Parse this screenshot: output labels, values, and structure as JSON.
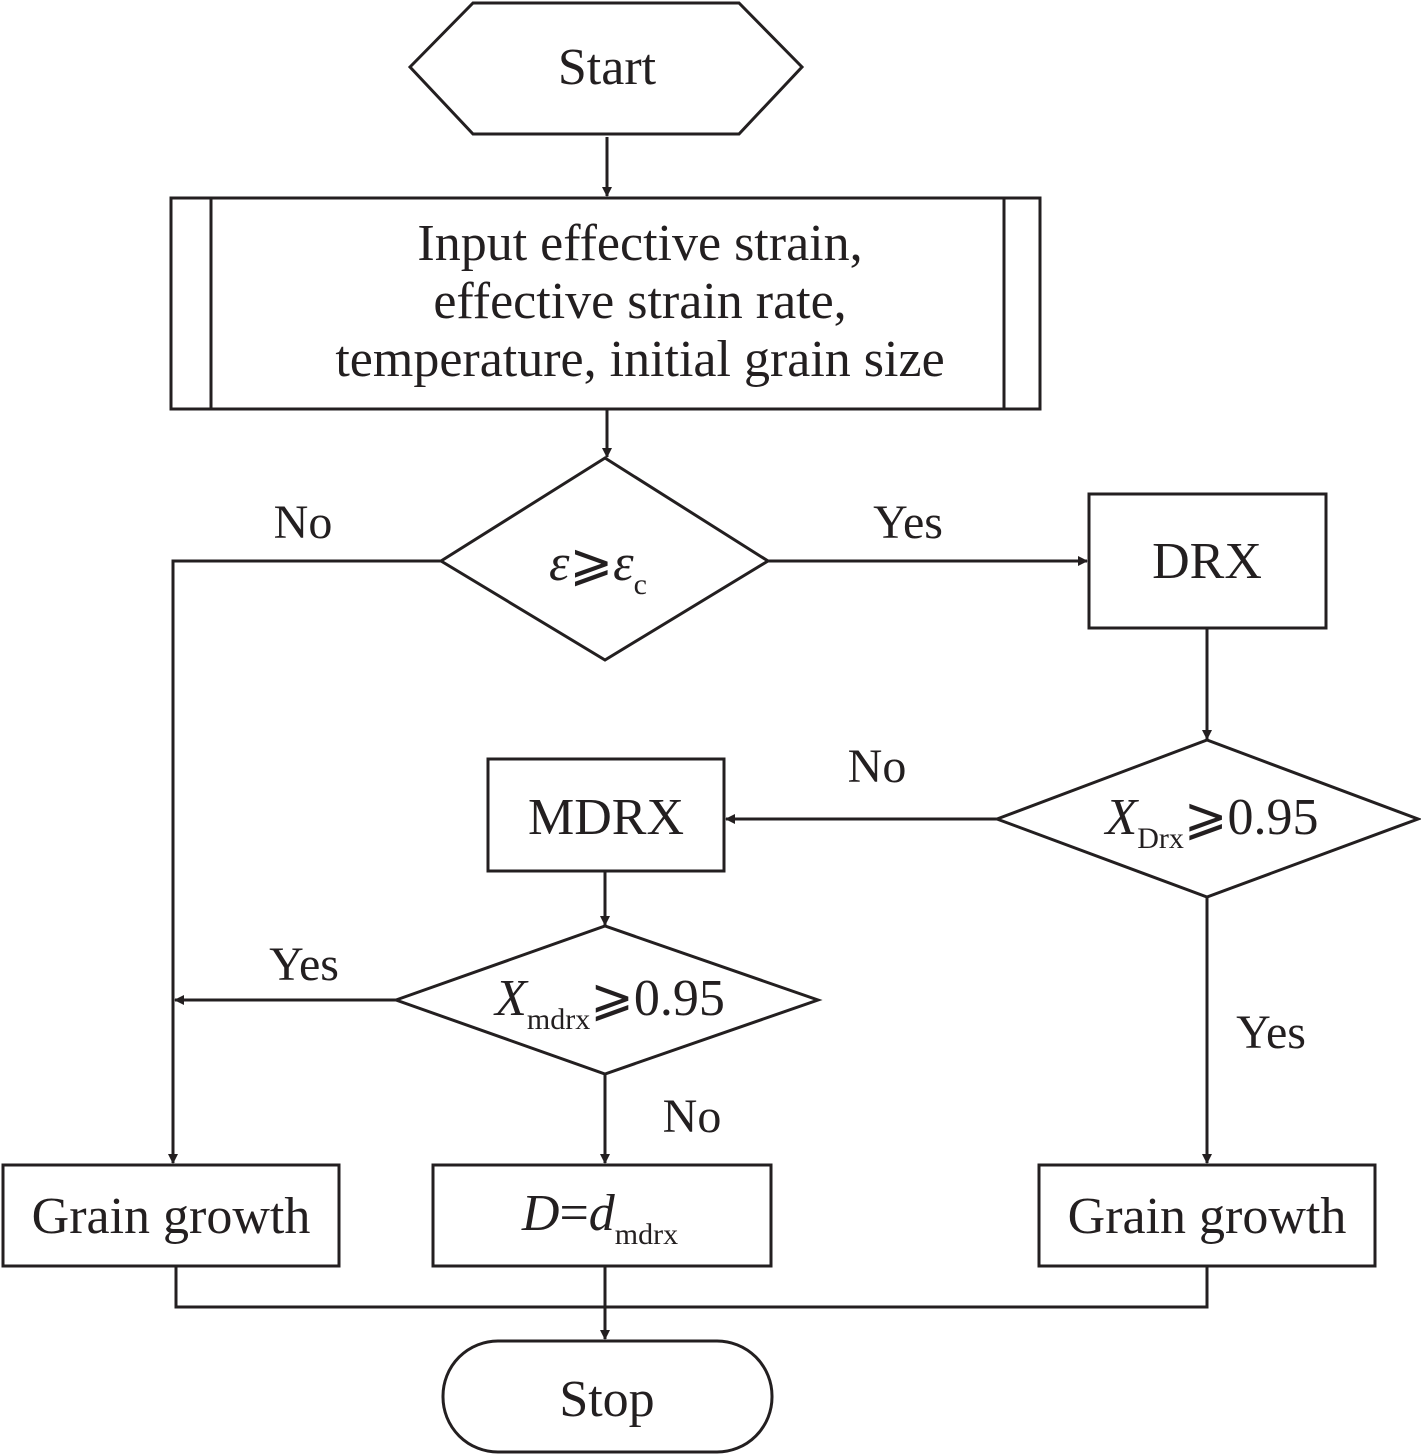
{
  "colors": {
    "stroke": "#231f20",
    "background": "#ffffff"
  },
  "nodes": {
    "start": "Start",
    "input_line1": "Input effective strain,",
    "input_line2": "effective strain rate,",
    "input_line3": "temperature, initial grain size",
    "decision1": {
      "var": "ε",
      "op": "⩾",
      "rhs": "ε",
      "rhs_sub": "c"
    },
    "drx": "DRX",
    "decision2": {
      "var": "X",
      "var_sub": "Drx",
      "op": "⩾0.95"
    },
    "mdrx": "MDRX",
    "decision3": {
      "var": "X",
      "var_sub": "mdrx",
      "op": "⩾0.95"
    },
    "grain_growth_left": "Grain growth",
    "result": {
      "var": "D",
      "op": "=",
      "rhs": "d",
      "rhs_sub": "mdrx"
    },
    "grain_growth_right": "Grain growth",
    "stop": "Stop"
  },
  "edges": {
    "d1_no": "No",
    "d1_yes": "Yes",
    "d2_no": "No",
    "d2_yes": "Yes",
    "d3_yes": "Yes",
    "d3_no": "No"
  }
}
